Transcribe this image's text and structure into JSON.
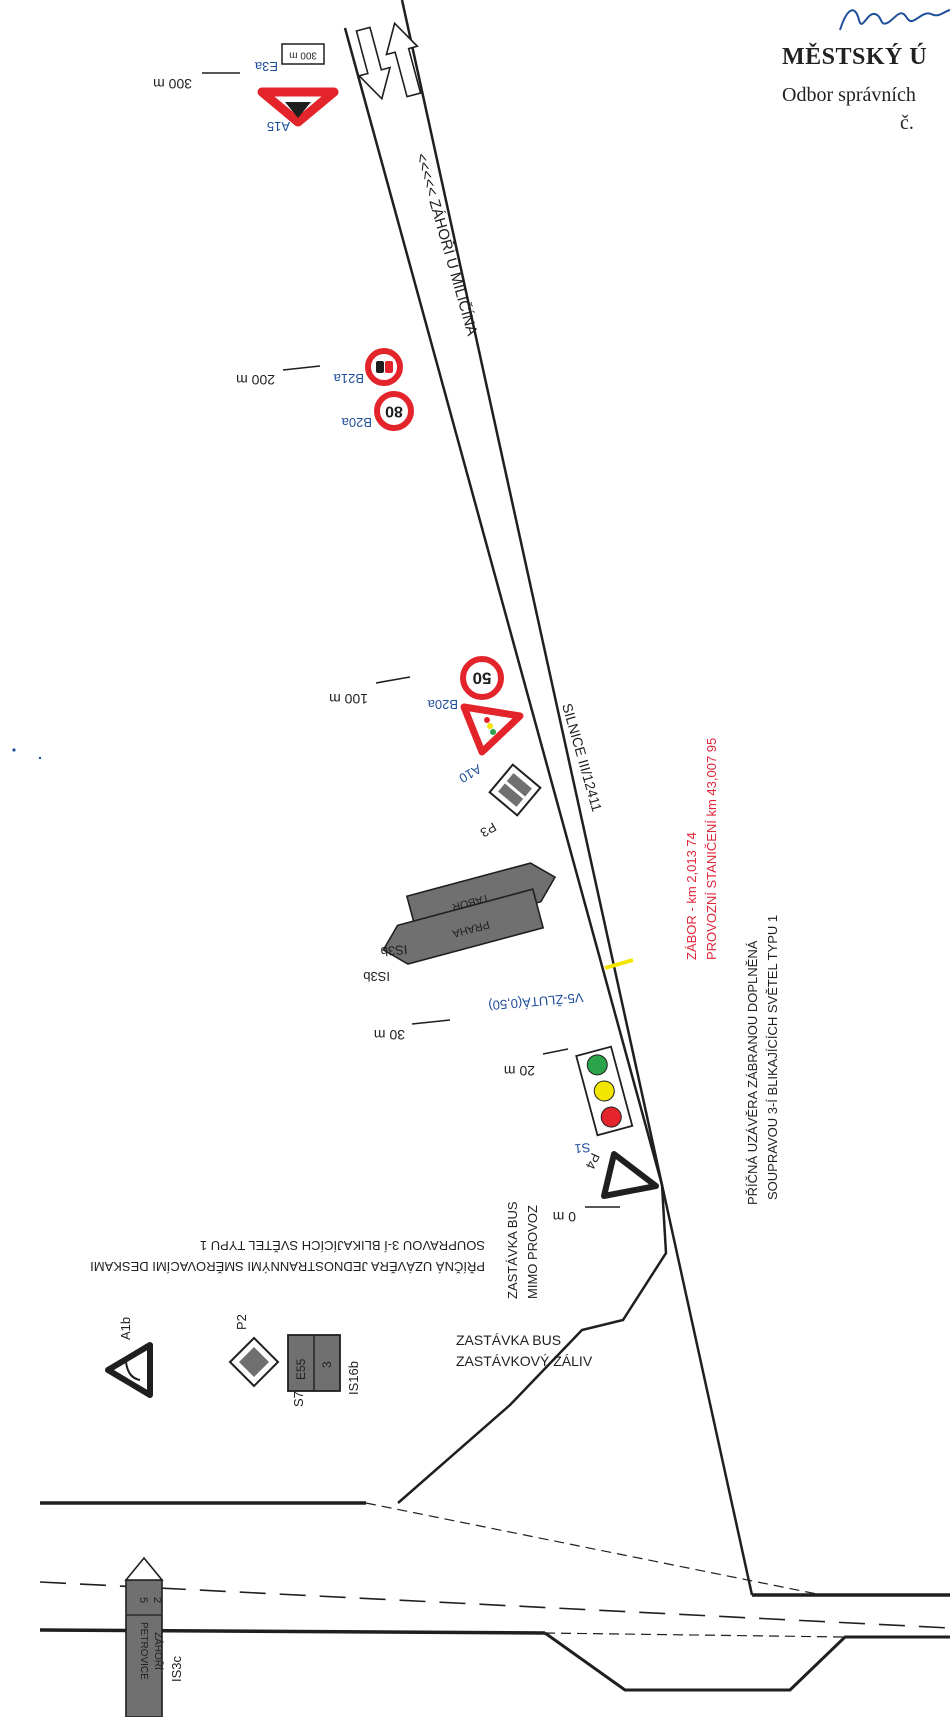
{
  "header": {
    "office": "MĚSTSKÝ Ú",
    "department": "Odbor správních",
    "number_prefix": "č."
  },
  "road": {
    "direction_label": "<<<<< ZÁHOŘÍ U MILIČÍNA",
    "road_name": "SILNICE III/12411"
  },
  "signs": {
    "a15": "A15",
    "e3a": "E3a",
    "e3a_value": "300 m",
    "b21a": "B21a",
    "b20a_80": "B20a",
    "limit_80": "80",
    "b20a_50": "B20a",
    "limit_50": "50",
    "a10": "A10",
    "p3": "P3",
    "is3b_1": "IS3b",
    "is3b_2": "IS3b",
    "dest_tabor": "TÁBOR",
    "dest_praha": "PRAHA",
    "v5": "V5-ŽLUTÁ(0,50)",
    "s1": "S1",
    "p4": "P4",
    "a1b": "A1b",
    "p2": "P2",
    "e55": "E55",
    "e55_value": "3",
    "is16b": "IS16b",
    "s7": "S7",
    "is3c": "IS3c",
    "is3c_top": "PETROVICE",
    "is3c_bottom": "ZÁHOŘÍ",
    "is3c_km1": "5",
    "is3c_km2": "2"
  },
  "distances": {
    "d300": "300 m",
    "d200": "200 m",
    "d100": "100 m",
    "d30": "30 m",
    "d20": "20 m",
    "d0": "0 m"
  },
  "notes": {
    "zabor": "ZÁBOR - km 2,013 74",
    "stanice": "PROVOZNÍ STANIČENÍ km 43,007 95",
    "closure_right_1": "PŘÍČNÁ UZÁVĚRA ZÁBRANOU DOPLNĚNÁ",
    "closure_right_2": "SOUPRAVOU 3-Í BLIKAJÍCÍCH SVĚTEL TYPU 1",
    "closure_left_1": "PŘÍČNÁ UZÁVĚRA JEDNOSTRANNÝMI SMĚROVACÍMI DESKAMI",
    "closure_left_2": "SOUPRAVOU 3-Í BLIKAJÍCÍCH SVĚTEL TYPU 1",
    "bus_stop_1": "ZASTÁVKA BUS",
    "bus_stop_2": "MIMO PROVOZ",
    "bus_bay_1": "ZASTÁVKA BUS",
    "bus_bay_2": "ZASTÁVKOVÝ ZÁLIV"
  },
  "colors": {
    "ink": "#1f1f1f",
    "sign_blue": "#1f4e9a",
    "note_red": "#e0263b",
    "sign_red": "#e3242b",
    "sign_gray": "#707070",
    "marker_yellow": "#f2e600"
  }
}
